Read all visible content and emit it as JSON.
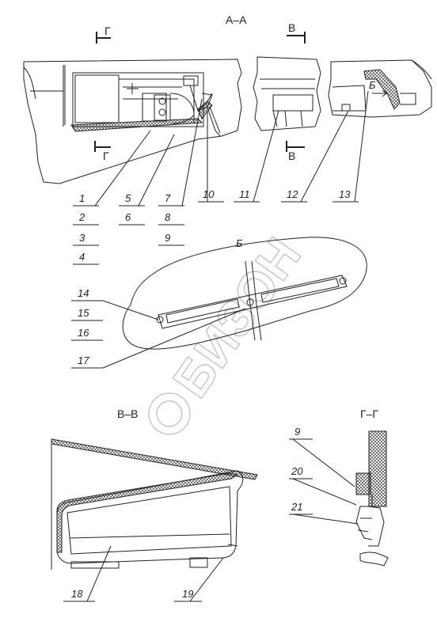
{
  "sections": {
    "aa": "А–А",
    "gg_top": "Г",
    "gg_bottom": "Г",
    "vv_top": "В",
    "vv_bottom": "В",
    "b_arrow": "Б",
    "b_view": "Б",
    "vv_view": "В–В",
    "gg_view": "Г–Г"
  },
  "callouts": {
    "c1": "1",
    "c2": "2",
    "c3": "3",
    "c4": "4",
    "c5": "5",
    "c6": "6",
    "c7": "7",
    "c8": "8",
    "c9": "9",
    "c10": "10",
    "c11": "11",
    "c12": "12",
    "c13": "13",
    "c14": "14",
    "c15": "15",
    "c16": "16",
    "c17": "17",
    "c18": "18",
    "c19": "19",
    "c9b": "9",
    "c20": "20",
    "c21": "21"
  },
  "watermark": {
    "text": "БИЗОН"
  }
}
